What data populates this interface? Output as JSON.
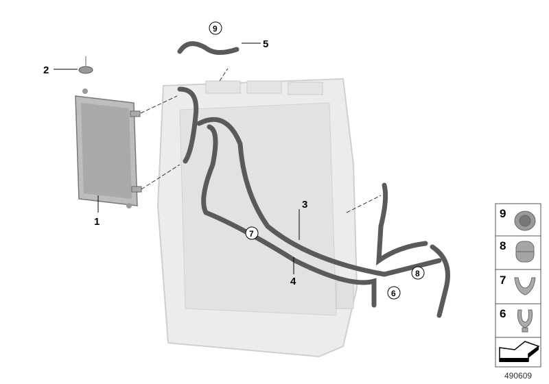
{
  "diagram": {
    "callouts": [
      {
        "id": "1",
        "label": "1"
      },
      {
        "id": "2",
        "label": "2"
      },
      {
        "id": "3",
        "label": "3"
      },
      {
        "id": "4",
        "label": "4"
      },
      {
        "id": "5",
        "label": "5"
      }
    ],
    "circled": [
      {
        "id": "6",
        "label": "6"
      },
      {
        "id": "7",
        "label": "7"
      },
      {
        "id": "8",
        "label": "8"
      },
      {
        "id": "9",
        "label": "9"
      }
    ],
    "legend": [
      {
        "label": "9",
        "part": "clamp-closed-icon"
      },
      {
        "label": "8",
        "part": "clamp-double-icon"
      },
      {
        "label": "7",
        "part": "clip-double-icon"
      },
      {
        "label": "6",
        "part": "clip-single-icon"
      }
    ],
    "image_number": "490609"
  }
}
